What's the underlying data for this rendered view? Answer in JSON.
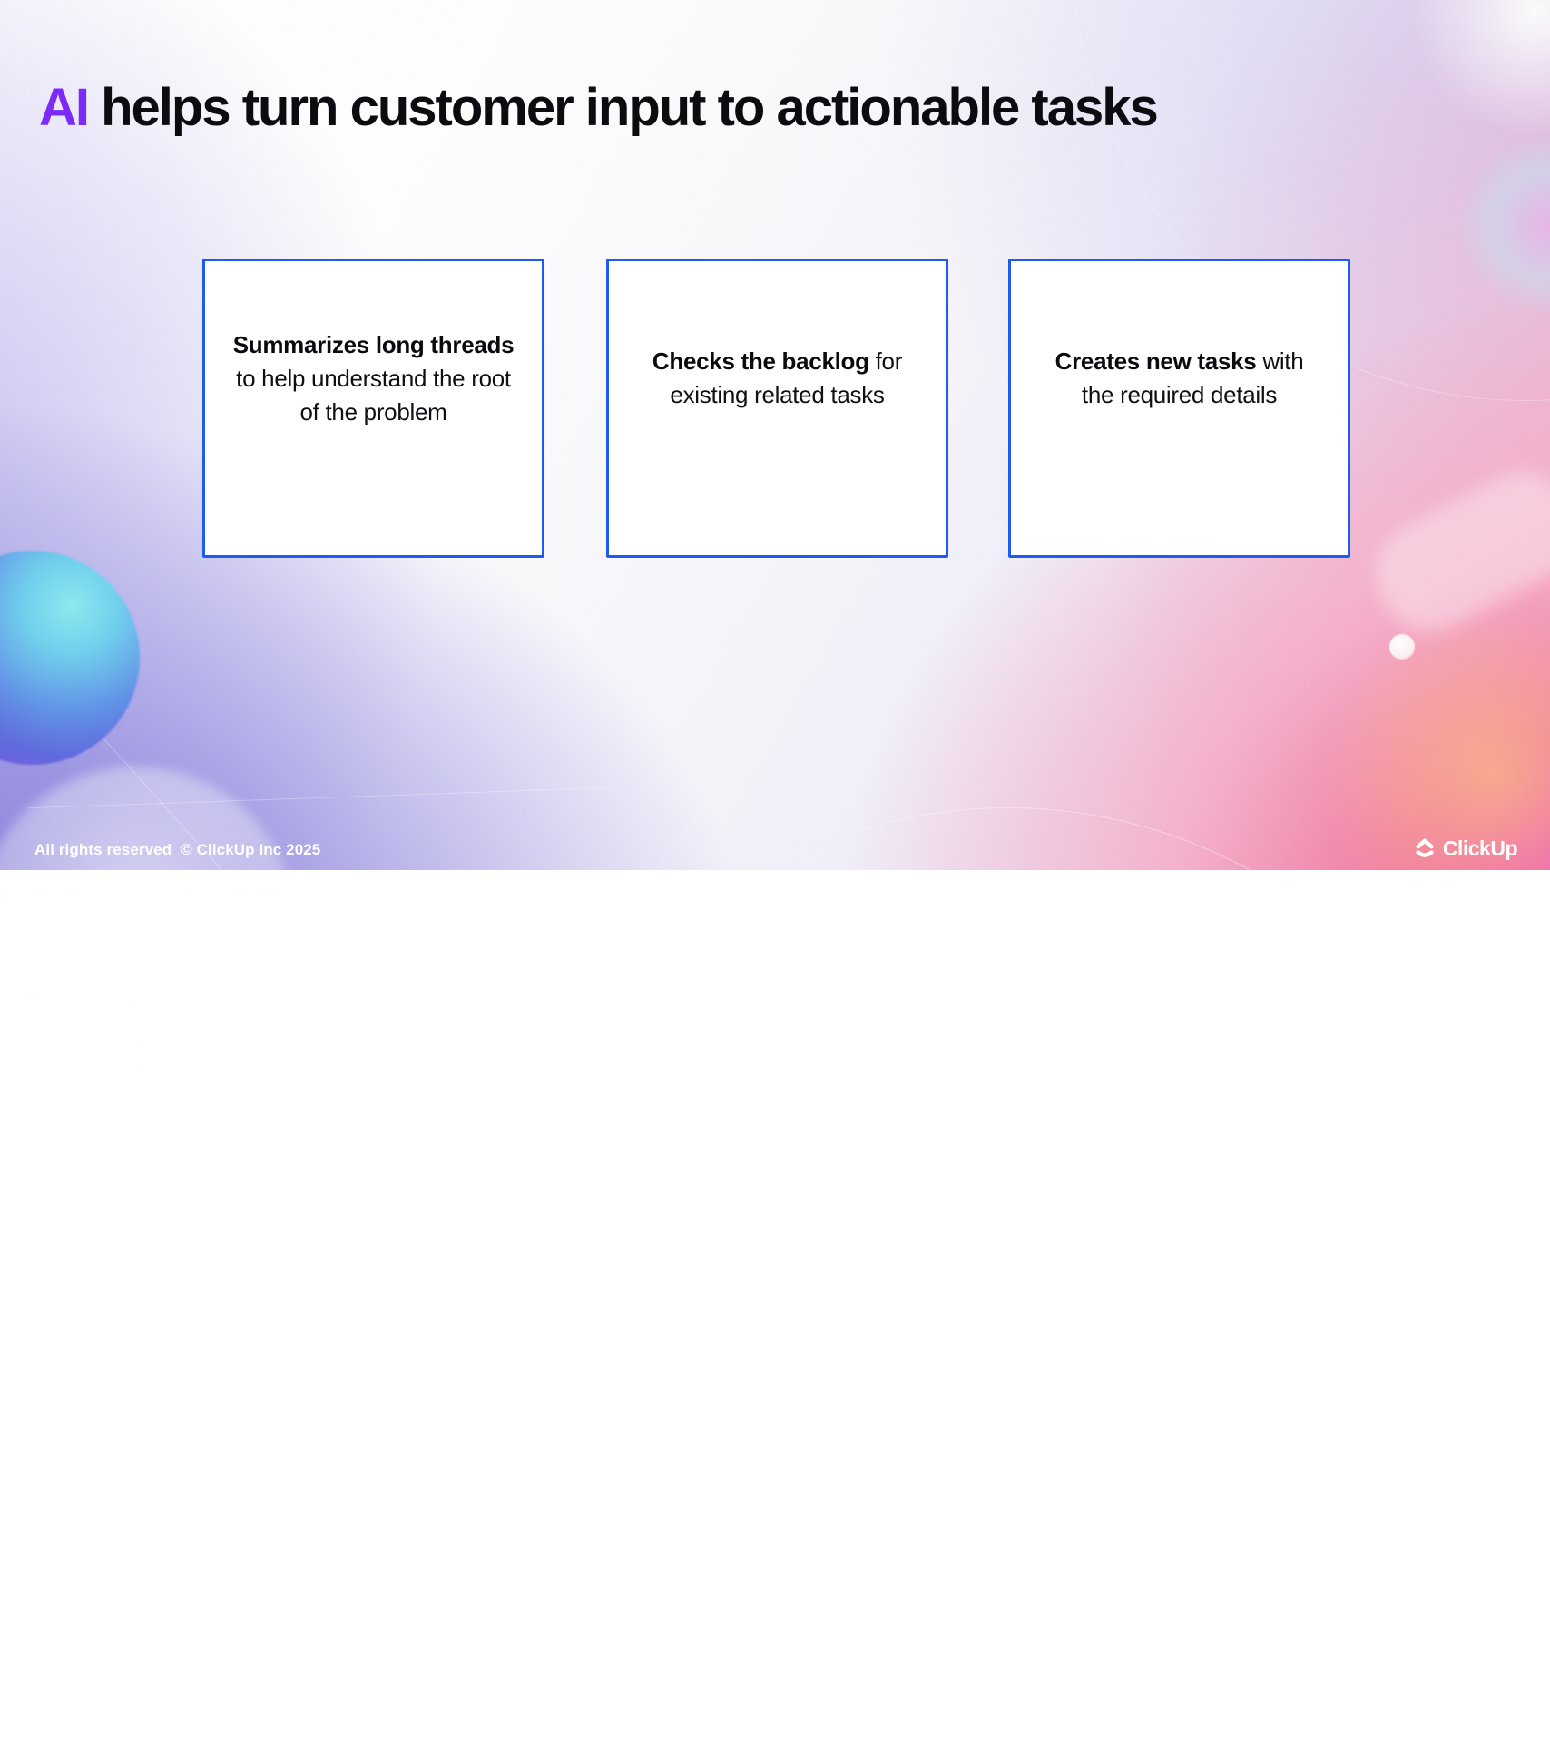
{
  "title": {
    "highlight": "AI",
    "rest": " helps turn customer input to actionable tasks"
  },
  "cards": [
    {
      "bold": "Summarizes long threads",
      "rest": " to help understand the root of the problem"
    },
    {
      "bold": "Checks the backlog",
      "rest": " for existing related tasks"
    },
    {
      "bold": "Creates new tasks",
      "rest": " with the required details"
    }
  ],
  "footer": {
    "rights": "All rights reserved",
    "copyright": "© ClickUp Inc 2025",
    "brand": "ClickUp"
  },
  "colors": {
    "accent_purple": "#7C2BF7",
    "card_border_blue": "#1E5BF2",
    "title_text": "#0C0C10",
    "footer_text": "#FFFFFF",
    "bg_bottom_left_purple": "#7F79D8",
    "bg_bottom_right_pink": "#EE4D86",
    "bg_top_right_lavender": "#D2CCF1",
    "sphere_cyan": "#8CEAF0",
    "sphere_violet": "#8A46E2"
  }
}
